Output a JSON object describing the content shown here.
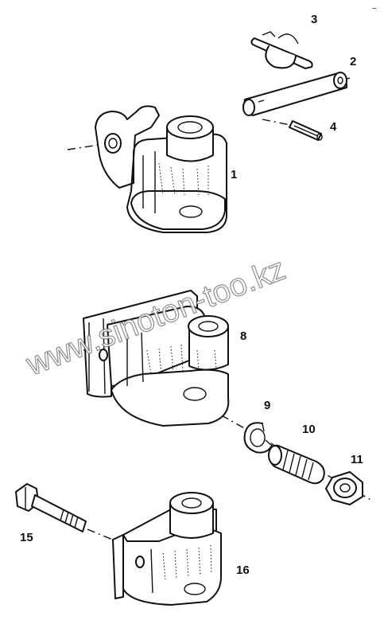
{
  "watermark": "www.sinoton-too.kz",
  "corner_mark": "~",
  "callouts": {
    "c1": "1",
    "c2": "2",
    "c3": "3",
    "c4": "4",
    "c8": "8",
    "c9": "9",
    "c10": "10",
    "c11": "11",
    "c15": "15",
    "c16": "16"
  },
  "colors": {
    "ink": "#111111",
    "paper": "#ffffff",
    "watermark": "#7a7a7a"
  }
}
